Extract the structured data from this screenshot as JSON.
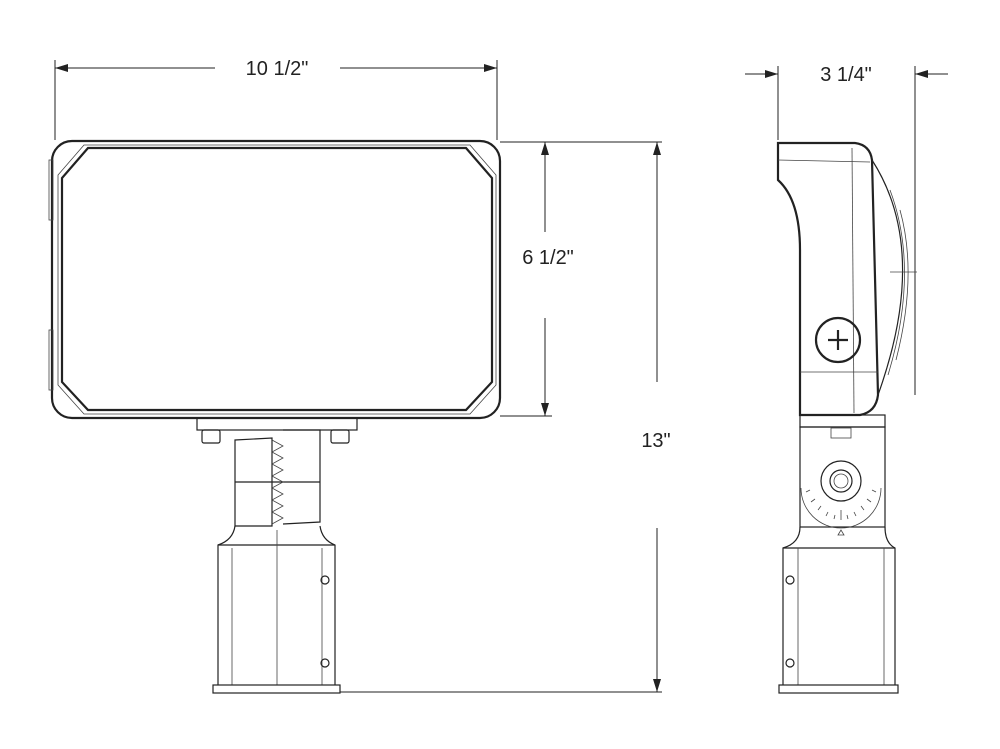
{
  "dimensions": {
    "width": "10 1/2\"",
    "depth": "3 1/4\"",
    "head_height": "6 1/2\"",
    "overall_height": "13\""
  }
}
